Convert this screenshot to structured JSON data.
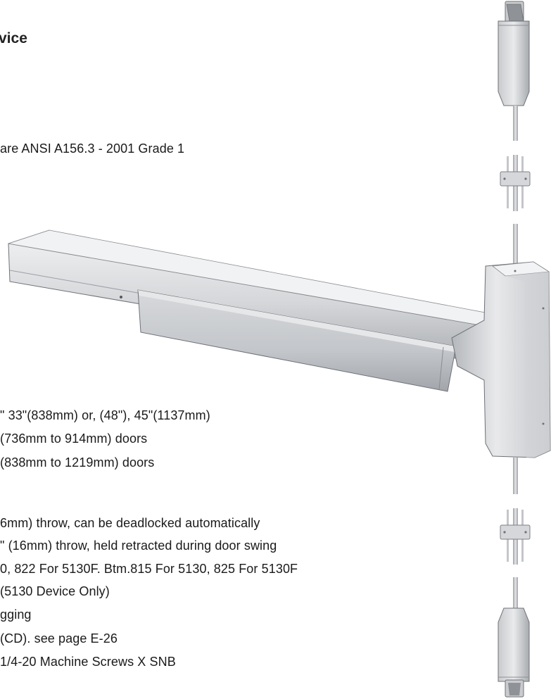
{
  "heading": "vice",
  "standard_line": "are ANSI A156.3 - 2001 Grade 1",
  "size_lines": [
    "\" 33\"(838mm) or, (48\"), 45\"(1137mm)",
    " (736mm to 914mm) doors",
    " (838mm to 1219mm) doors"
  ],
  "feature_lines": [
    "6mm) throw, can be deadlocked automatically",
    "\" (16mm) throw, held retracted during door swing",
    "0, 822 For 5130F. Btm.815 For 5130, 825 For 5130F",
    "(5130 Device Only)",
    "gging",
    " (CD). see page E-26",
    " 1/4-20 Machine Screws X SNB"
  ],
  "colors": {
    "metal_light": "#e4e5e7",
    "metal_mid": "#c9cbce",
    "metal_dark": "#9a9da2",
    "outline": "#6e7176"
  }
}
